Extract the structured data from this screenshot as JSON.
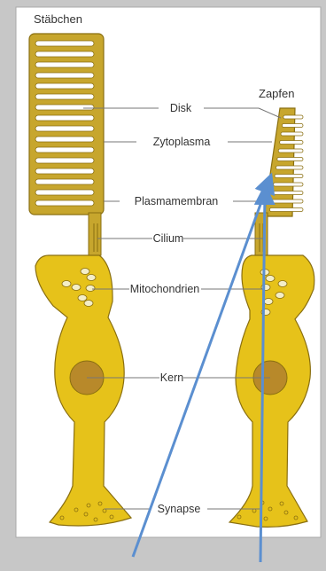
{
  "labels": {
    "rod_title": "Stäbchen",
    "cone_title": "Zapfen",
    "disk": "Disk",
    "cytoplasm": "Zytoplasma",
    "plasma_membrane": "Plasmamembran",
    "cilium": "Cilium",
    "mitochondria": "Mitochondrien",
    "nucleus": "Kern",
    "synapse": "Synapse"
  },
  "colors": {
    "canvas_background": "#c7c7c7",
    "panel_background": "#ffffff",
    "cell_fill": "#e6c21a",
    "outer_segment_fill": "#c7a62d",
    "cell_stroke": "#8a6f10",
    "nucleus_fill": "#b8892a",
    "leader_line": "#777777",
    "annotation_arrow": "#5b8fd0"
  }
}
